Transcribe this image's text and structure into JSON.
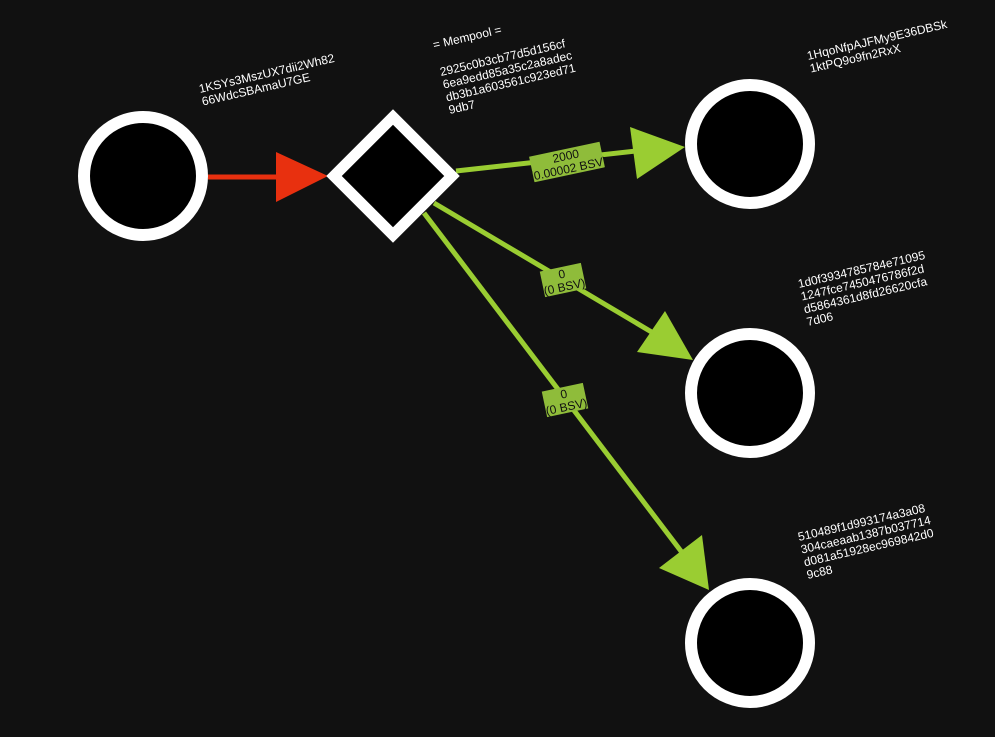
{
  "colors": {
    "background": "#111111",
    "node_fill": "#000000",
    "node_stroke": "#ffffff",
    "input_edge": "#e8300f",
    "output_edge": "#9acd32",
    "edge_label_bg": "#8fbc3a"
  },
  "nodes": {
    "input_address": {
      "shape": "circle",
      "label_lines": [
        "1KSYs3MszUX7dii2Wh82",
        "66WdcSBAmaU7GE"
      ]
    },
    "transaction": {
      "shape": "diamond",
      "status": "= Mempool =",
      "txid_lines": [
        "2925c0b3cb77d5d156cf",
        "6ea9edd85a35c2a8adec",
        "db3b1a603561c923ed71",
        "9db7"
      ]
    },
    "output_1": {
      "shape": "circle",
      "label_lines": [
        "1HqoNfpAJFMy9E36DBSk",
        "1ktPQ9o9fn2RxX"
      ]
    },
    "output_2": {
      "shape": "circle",
      "label_lines": [
        "1d0f3934785784e71095",
        "1247fce7450476786f2d",
        "d5864361d8fd26620cfa",
        "7d06"
      ]
    },
    "output_3": {
      "shape": "circle",
      "label_lines": [
        "510489f1d993174a3a08",
        "304caeaab1387b037714",
        "d081a51928ec969842d0",
        "9c88"
      ]
    }
  },
  "edges": [
    {
      "id": "edge-input",
      "from": "input_address",
      "to": "transaction",
      "kind": "input"
    },
    {
      "id": "edge-output-1",
      "from": "transaction",
      "to": "output_1",
      "kind": "output",
      "label_lines": [
        "2000",
        "(0.00002 BSV)"
      ]
    },
    {
      "id": "edge-output-2",
      "from": "transaction",
      "to": "output_2",
      "kind": "output",
      "label_lines": [
        "0",
        "(0 BSV)"
      ]
    },
    {
      "id": "edge-output-3",
      "from": "transaction",
      "to": "output_3",
      "kind": "output",
      "label_lines": [
        "0",
        "(0 BSV)"
      ]
    }
  ]
}
